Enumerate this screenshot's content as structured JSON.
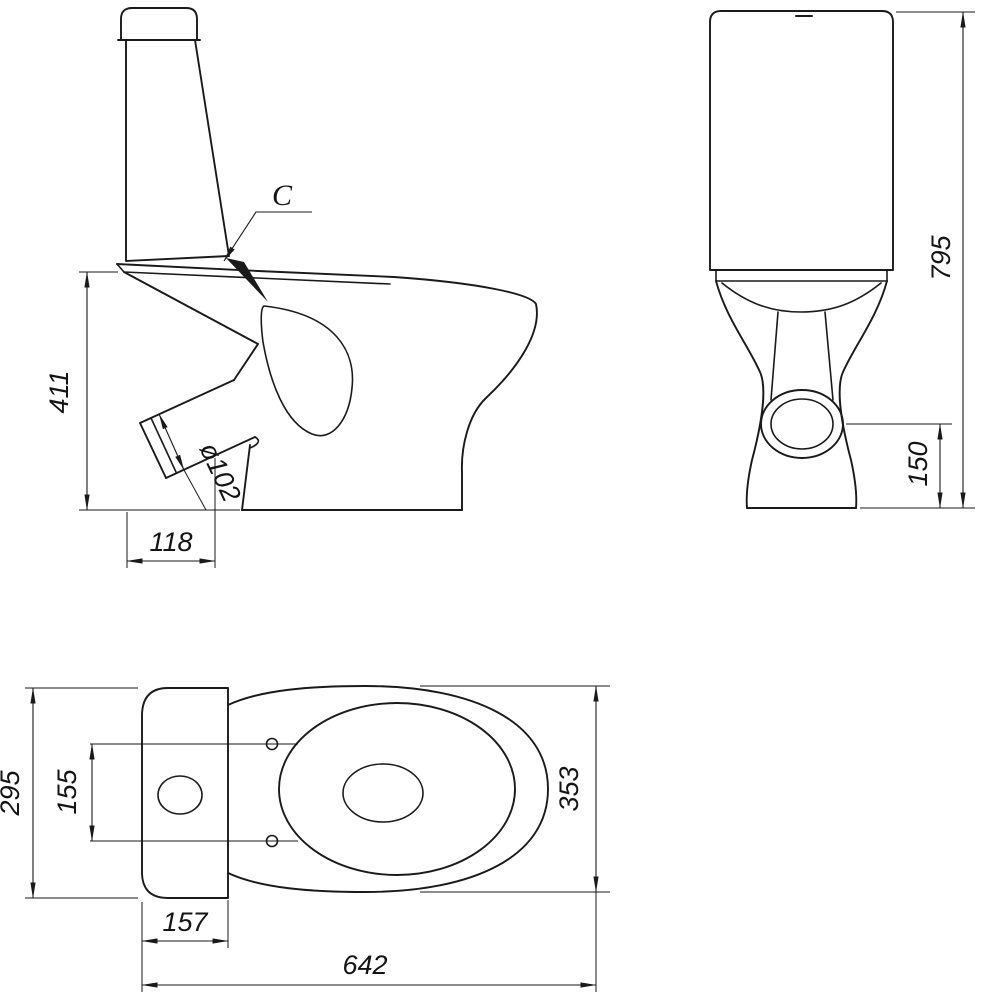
{
  "drawing_title": "Toilet (close-coupled WC) dimensional drawing, three orthographic views",
  "side_view": {
    "name": "side-view",
    "callout_label": "C",
    "dim_seat_height": "411",
    "dim_outlet_offset": "118",
    "dim_outlet_diameter": "ø102"
  },
  "front_view": {
    "name": "front-view",
    "dim_total_height": "795",
    "dim_outlet_center_height": "150"
  },
  "top_view": {
    "name": "top-view",
    "dim_tank_width": "295",
    "dim_hinge_spacing": "155",
    "dim_tank_depth": "157",
    "dim_bowl_width": "353",
    "dim_total_length": "642"
  },
  "colors": {
    "line": "#1a1a1a",
    "background": "#ffffff"
  }
}
